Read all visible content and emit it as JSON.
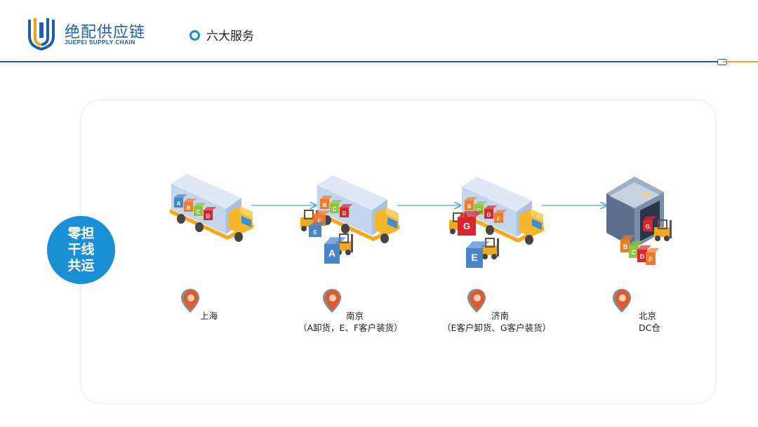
{
  "header": {
    "logo_cn": "绝配供应链",
    "logo_en": "JUEPEI SUPPLY CHAIN",
    "section_title": "六大服务"
  },
  "badge": {
    "line1": "零担",
    "line2": "干线",
    "line3": "共运"
  },
  "stops": [
    {
      "city": "上海",
      "note": ""
    },
    {
      "city": "南京",
      "note": "（A卸货，E、F客户装货）"
    },
    {
      "city": "济南",
      "note": "（E客户卸货、G客户装货）"
    },
    {
      "city": "北京",
      "note": "DC仓"
    }
  ],
  "truck1_boxes": [
    "A",
    "B",
    "C",
    "D"
  ],
  "truck2_boxes": [
    "B",
    "C",
    "D"
  ],
  "truck3_boxes": [
    "B",
    "C",
    "D",
    "F"
  ],
  "nanjing_crates": [
    "F",
    "E",
    "A"
  ],
  "jinan_crates": [
    "G",
    "E"
  ],
  "warehouse_crates": [
    "B",
    "C",
    "D",
    "F",
    "G"
  ],
  "colors": {
    "accent": "#1b8fd6",
    "brand": "#1f5fa8",
    "orange": "#f0a020",
    "pin": "#e05a2a"
  }
}
